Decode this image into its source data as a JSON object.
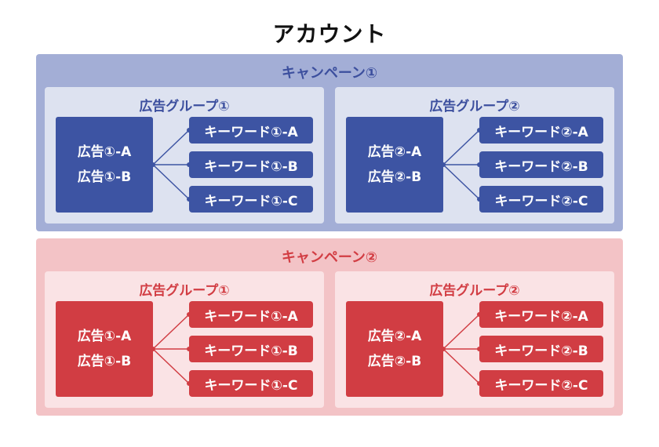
{
  "title": "アカウント",
  "campaigns": [
    {
      "title": "キャンペーン①",
      "color": "#3d54a3",
      "groups": [
        {
          "title": "広告グループ①",
          "ads": [
            "広告①-A",
            "広告①-B"
          ],
          "keywords": [
            "キーワード①-A",
            "キーワード①-B",
            "キーワード①-C"
          ]
        },
        {
          "title": "広告グループ②",
          "ads": [
            "広告②-A",
            "広告②-B"
          ],
          "keywords": [
            "キーワード②-A",
            "キーワード②-B",
            "キーワード②-C"
          ]
        }
      ]
    },
    {
      "title": "キャンペーン②",
      "color": "#d13d43",
      "groups": [
        {
          "title": "広告グループ①",
          "ads": [
            "広告①-A",
            "広告①-B"
          ],
          "keywords": [
            "キーワード①-A",
            "キーワード①-B",
            "キーワード①-C"
          ]
        },
        {
          "title": "広告グループ②",
          "ads": [
            "広告②-A",
            "広告②-B"
          ],
          "keywords": [
            "キーワード②-A",
            "キーワード②-B",
            "キーワード②-C"
          ]
        }
      ]
    }
  ]
}
